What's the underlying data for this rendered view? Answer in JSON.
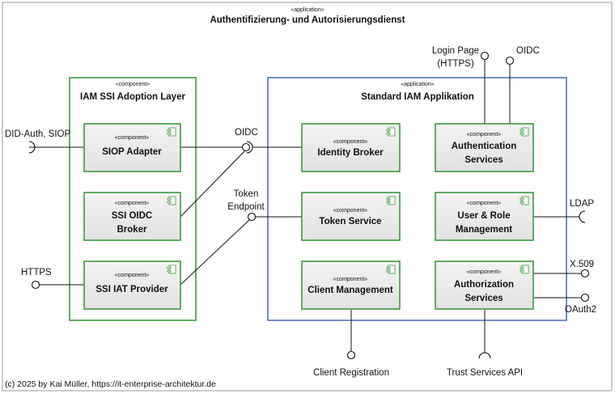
{
  "diagram": {
    "outer": {
      "stereotype": "«application»",
      "title": "Authentifizierung- und Autorisierungsdienst"
    },
    "iam_layer": {
      "stereotype": "«component»",
      "title": "IAM SSI Adoption Layer"
    },
    "std_app": {
      "stereotype": "«application»",
      "title": "Standard IAM Applikation"
    },
    "components": {
      "siop_adapter": {
        "stereotype": "«component»",
        "name": "SIOP Adapter"
      },
      "ssi_oidc_broker": {
        "stereotype": "«component»",
        "name_line1": "SSI OIDC",
        "name_line2": "Broker"
      },
      "ssi_iat_provider": {
        "stereotype": "«component»",
        "name": "SSI IAT Provider"
      },
      "identity_broker": {
        "stereotype": "«component»",
        "name": "Identity Broker"
      },
      "token_service": {
        "stereotype": "«component»",
        "name": "Token Service"
      },
      "client_management": {
        "stereotype": "«component»",
        "name": "Client Management"
      },
      "authentication_services": {
        "stereotype": "«component»",
        "name_line1": "Authentication",
        "name_line2": "Services"
      },
      "user_role_management": {
        "stereotype": "«component»",
        "name_line1": "User & Role",
        "name_line2": "Management"
      },
      "authorization_services": {
        "stereotype": "«component»",
        "name_line1": "Authorization",
        "name_line2": "Services"
      }
    },
    "interfaces": {
      "did_auth_siop": "DID-Auth, SIOP",
      "https": "HTTPS",
      "oidc_middle": "OIDC",
      "token_endpoint_line1": "Token",
      "token_endpoint_line2": "Endpoint",
      "login_page_line1": "Login Page",
      "login_page_line2": "(HTTPS)",
      "oidc_top": "OIDC",
      "ldap": "LDAP",
      "x509": "X.509",
      "oauth2": "OAuth2",
      "client_registration": "Client Registration",
      "trust_services_api": "Trust Services API"
    },
    "copyright": "(c) 2025 by Kai Müller, https://it-enterprise-architektur.de",
    "colors": {
      "green": "#3d9a3d",
      "blue": "#4f73b6",
      "box_fill": "#ececec",
      "frame": "#9a9a9a"
    }
  }
}
